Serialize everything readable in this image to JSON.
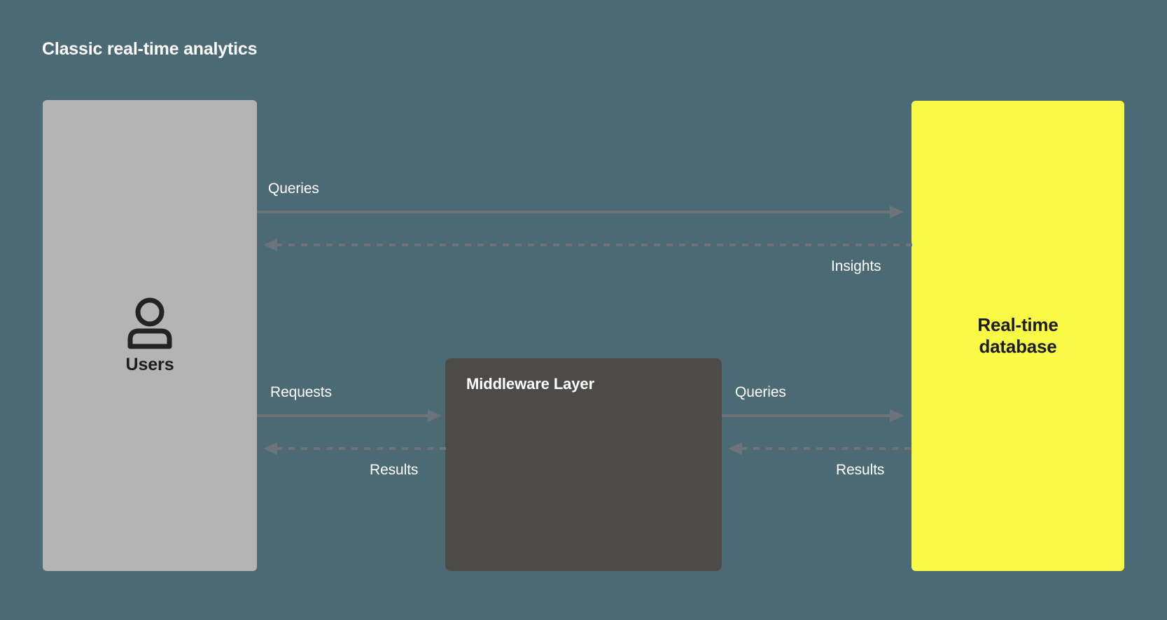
{
  "diagram": {
    "title": "Classic real-time analytics",
    "type": "flow-diagram",
    "background_color": "#4c6a74",
    "nodes": [
      {
        "id": "users",
        "label": "Users",
        "icon": "user-icon",
        "color": "#b4b4b4",
        "text_color": "#1d1d1d"
      },
      {
        "id": "middleware",
        "label": "Middleware Layer",
        "color": "#4c4b49",
        "text_color": "#ffffff"
      },
      {
        "id": "database",
        "label_line1": "Real-time",
        "label_line2": "database",
        "color": "#f9fa45",
        "text_color": "#1c1c1c"
      }
    ],
    "edges": [
      {
        "id": "users-to-database-queries",
        "label": "Queries",
        "from": "users",
        "to": "database",
        "style": "solid",
        "direction": "right",
        "color": "#6d7477"
      },
      {
        "id": "database-to-users-insights",
        "label": "Insights",
        "from": "database",
        "to": "users",
        "style": "dashed",
        "direction": "left",
        "color": "#6d7477"
      },
      {
        "id": "users-to-middleware-requests",
        "label": "Requests",
        "from": "users",
        "to": "middleware",
        "style": "solid",
        "direction": "right",
        "color": "#6d7477"
      },
      {
        "id": "middleware-to-users-results",
        "label": "Results",
        "from": "middleware",
        "to": "users",
        "style": "dashed",
        "direction": "left",
        "color": "#6d7477"
      },
      {
        "id": "middleware-to-database-queries",
        "label": "Queries",
        "from": "middleware",
        "to": "database",
        "style": "solid",
        "direction": "right",
        "color": "#6d7477"
      },
      {
        "id": "database-to-middleware-results",
        "label": "Results",
        "from": "database",
        "to": "middleware",
        "style": "dashed",
        "direction": "left",
        "color": "#6d7477"
      }
    ]
  }
}
